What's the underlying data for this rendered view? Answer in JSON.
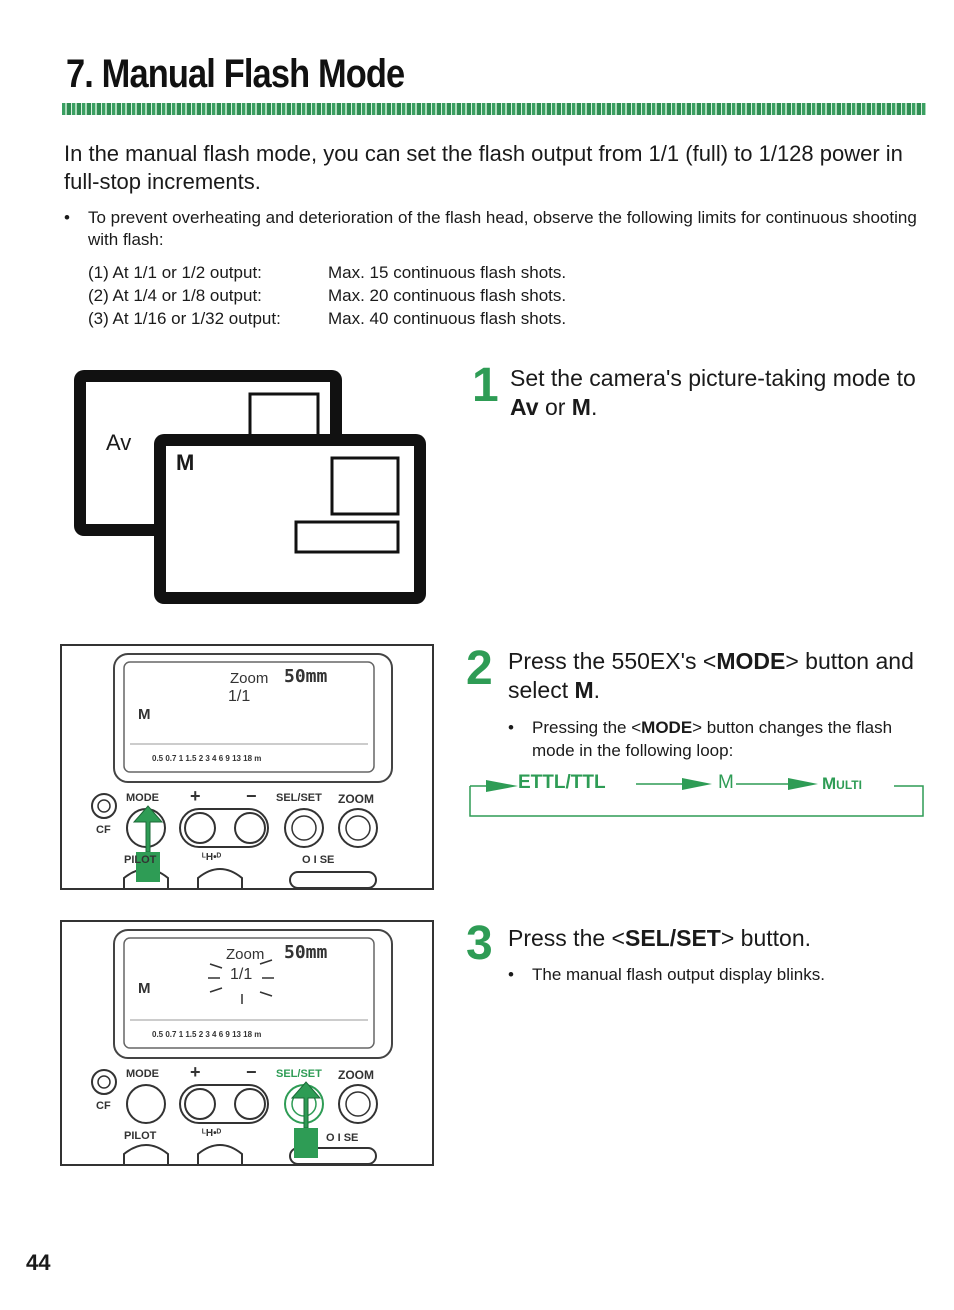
{
  "header": {
    "title": "7. Manual Flash Mode"
  },
  "intro": "In the manual flash mode, you can set the flash output from 1/1 (full) to 1/128 power in full-stop increments.",
  "note": {
    "bullet": "•",
    "text": "To prevent overheating and deterioration of the flash head, observe the following limits for continuous shooting with flash:",
    "limits": [
      {
        "label": "(1) At 1/1 or 1/2 output:",
        "value": "Max. 15 continuous flash shots."
      },
      {
        "label": "(2) At 1/4 or 1/8 output:",
        "value": "Max. 20 continuous flash shots."
      },
      {
        "label": "(3) At 1/16 or 1/32 output:",
        "value": "Max. 40 continuous flash shots."
      }
    ]
  },
  "steps": [
    {
      "num": "1",
      "pre": "Set the camera's picture-taking mode to ",
      "b1": "Av",
      "mid": " or ",
      "b2": "M",
      "post": "."
    },
    {
      "num": "2",
      "pre": "Press the 550EX's <",
      "b1": "MODE",
      "mid": "> button and select ",
      "b2": "M",
      "post": ".",
      "sub_pre": "Pressing the <",
      "sub_b": "MODE",
      "sub_post": "> button changes the flash mode in the following loop:"
    },
    {
      "num": "3",
      "pre": "Press the <",
      "b1": "SEL/SET",
      "post": "> button.",
      "sub": "The manual flash output display blinks."
    }
  ],
  "loop": {
    "items": [
      "ETTL/TTL",
      "M",
      "Multi"
    ]
  },
  "camera_lcd": {
    "back_label": "Av",
    "front_label": "M"
  },
  "flash_panels": [
    {
      "zoom_label": "Zoom",
      "zoom_value": "50mm",
      "output": "1/1",
      "mode": "M",
      "scale": "0.5 0.7  1  1.5  2  3  4  6  9  13  18  m",
      "buttons": {
        "mode": "MODE",
        "plus": "+",
        "minus": "−",
        "selset": "SEL/SET",
        "zoom": "ZOOM",
        "cf": "CF",
        "pilot": "PILOT",
        "sync": "ᴸH•ᴰ",
        "switch": "O  I  SE"
      }
    },
    {
      "zoom_label": "Zoom",
      "zoom_value": "50mm",
      "output": "1/1",
      "mode": "M",
      "scale": "0.5 0.7  1  1.5  2  3  4  6  9  13  18  m",
      "buttons": {
        "mode": "MODE",
        "plus": "+",
        "minus": "−",
        "selset": "SEL/SET",
        "zoom": "ZOOM",
        "cf": "CF",
        "pilot": "PILOT",
        "sync": "ᴸH•ᴰ",
        "switch": "O  I  SE"
      }
    }
  ],
  "footer": {
    "page_number": "44"
  },
  "colors": {
    "accent": "#2e9c55"
  }
}
